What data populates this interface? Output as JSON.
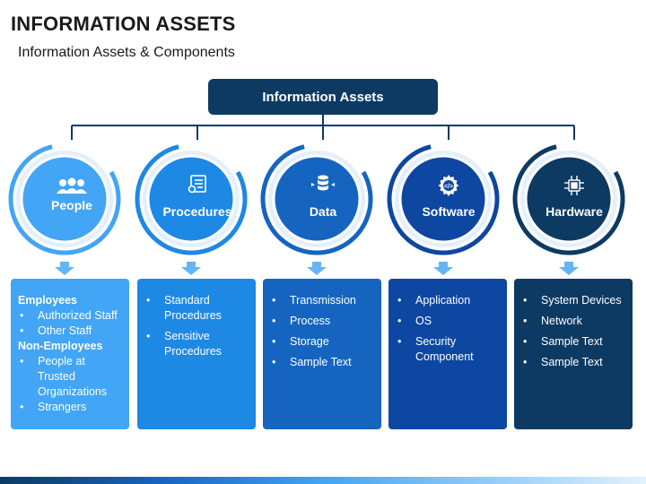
{
  "title": "INFORMATION ASSETS",
  "subtitle": "Information Assets & Components",
  "root_label": "Information Assets",
  "colors": {
    "root": "#0d3a63",
    "people": "#42a5f5",
    "procedures": "#1e88e5",
    "data": "#1565c0",
    "software": "#0d47a1",
    "hardware": "#0d3a63"
  },
  "columns": [
    {
      "label": "People",
      "icon": "people-icon",
      "groups": [
        {
          "heading": "Employees",
          "items": [
            "Authorized Staff",
            "Other Staff"
          ]
        },
        {
          "heading": "Non-Employees",
          "items": [
            "People at Trusted Organizations",
            "Strangers"
          ]
        }
      ]
    },
    {
      "label": "Procedures",
      "icon": "procedures-icon",
      "items": [
        "Standard Procedures",
        "Sensitive Procedures"
      ]
    },
    {
      "label": "Data",
      "icon": "database-icon",
      "items": [
        "Transmission",
        "Process",
        "Storage",
        "Sample Text"
      ]
    },
    {
      "label": "Software",
      "icon": "code-gear-icon",
      "items": [
        "Application",
        "OS",
        "Security Component"
      ]
    },
    {
      "label": "Hardware",
      "icon": "chip-icon",
      "items": [
        "System Devices",
        "Network",
        "Sample Text",
        "Sample Text"
      ]
    }
  ]
}
